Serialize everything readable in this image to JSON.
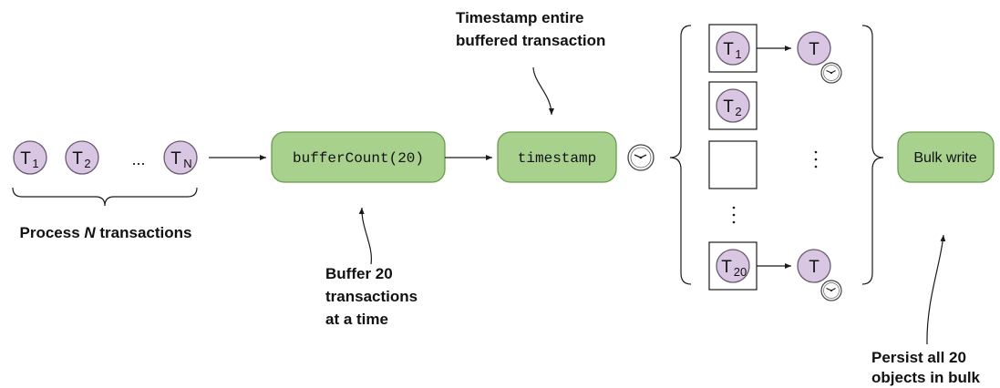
{
  "input": {
    "t1": "T",
    "t1_sub": "1",
    "t2": "T",
    "t2_sub": "2",
    "dots": "...",
    "tn": "T",
    "tn_sub": "N",
    "caption_prefix": "Process ",
    "caption_n": "N",
    "caption_suffix": " transactions"
  },
  "operators": {
    "buffer": "bufferCount(20)",
    "timestamp": "timestamp",
    "bulk_write": "Bulk write"
  },
  "notes": {
    "buffer": [
      "Buffer 20",
      "transactions",
      "at a time"
    ],
    "timestamp": [
      "Timestamp entire",
      "buffered transaction"
    ],
    "persist": [
      "Persist all 20",
      "objects in bulk"
    ]
  },
  "buffer_items": {
    "t1": "T",
    "t1_sub": "1",
    "t2": "T",
    "t2_sub": "2",
    "t20": "T",
    "t20_sub": "20",
    "out_top": "T",
    "out_bottom": "T"
  },
  "colors": {
    "node_fill": "#d9c6e2",
    "node_stroke": "#6a5a72",
    "operator_fill": "#a9d18e",
    "operator_stroke": "#6a9a4e",
    "line": "#1a1a1a"
  }
}
